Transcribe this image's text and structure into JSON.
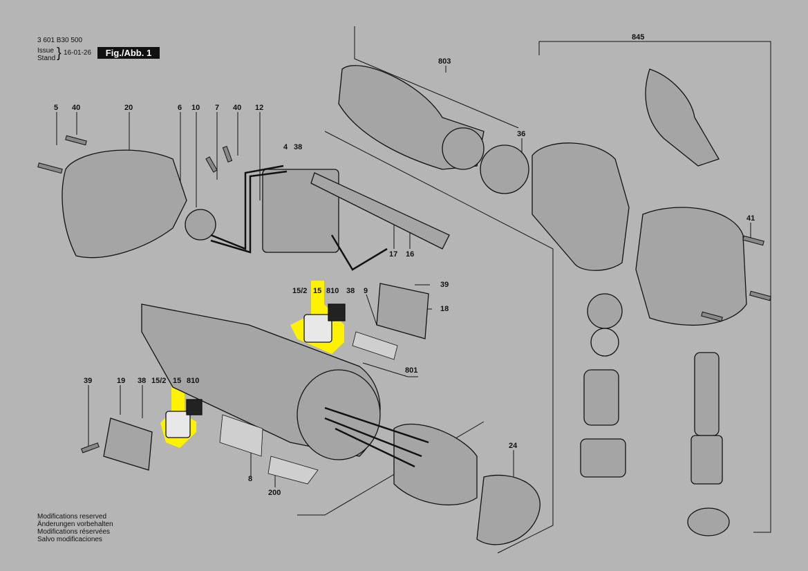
{
  "header": {
    "part_number": "3 601 B30 500",
    "issue_label": "Issue",
    "stand_label": "Stand",
    "date": "16-01-26",
    "figure": "Fig./Abb. 1"
  },
  "footer": [
    "Modifications reserved",
    "Änderungen vorbehalten",
    "Modifications réservées",
    "Salvo modificaciones"
  ],
  "part_labels": {
    "p5": "5",
    "p40a": "40",
    "p20": "20",
    "p6": "6",
    "p10": "10",
    "p7": "7",
    "p40b": "40",
    "p12": "12",
    "p4": "4",
    "p38a": "38",
    "p17": "17",
    "p16": "16",
    "p803": "803",
    "p36": "36",
    "p845": "845",
    "p41": "41",
    "p15_2a": "15/2",
    "p15a": "15",
    "p810a": "810",
    "p38b": "38",
    "p9": "9",
    "p39a": "39",
    "p18": "18",
    "p801": "801",
    "p39b": "39",
    "p19": "19",
    "p38c": "38",
    "p15_2b": "15/2",
    "p15b": "15",
    "p810b": "810",
    "p24": "24",
    "p8": "8",
    "p200": "200"
  },
  "colors": {
    "background": "#b5b5b5",
    "highlight": "#fff200",
    "line": "#111111"
  }
}
